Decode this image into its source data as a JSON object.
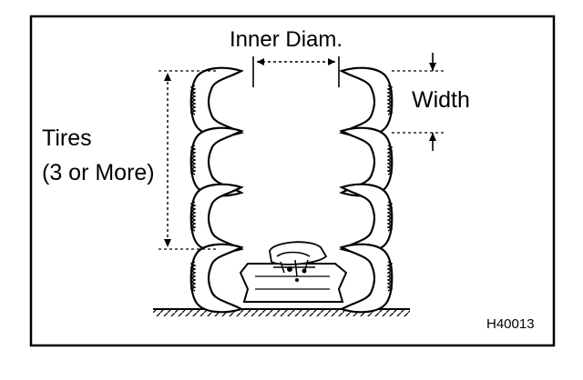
{
  "labels": {
    "inner_diam": "Inner Diam.",
    "width": "Width",
    "tires_line1": "Tires",
    "tires_line2": "(3 or More)",
    "figure_code": "H40013"
  }
}
